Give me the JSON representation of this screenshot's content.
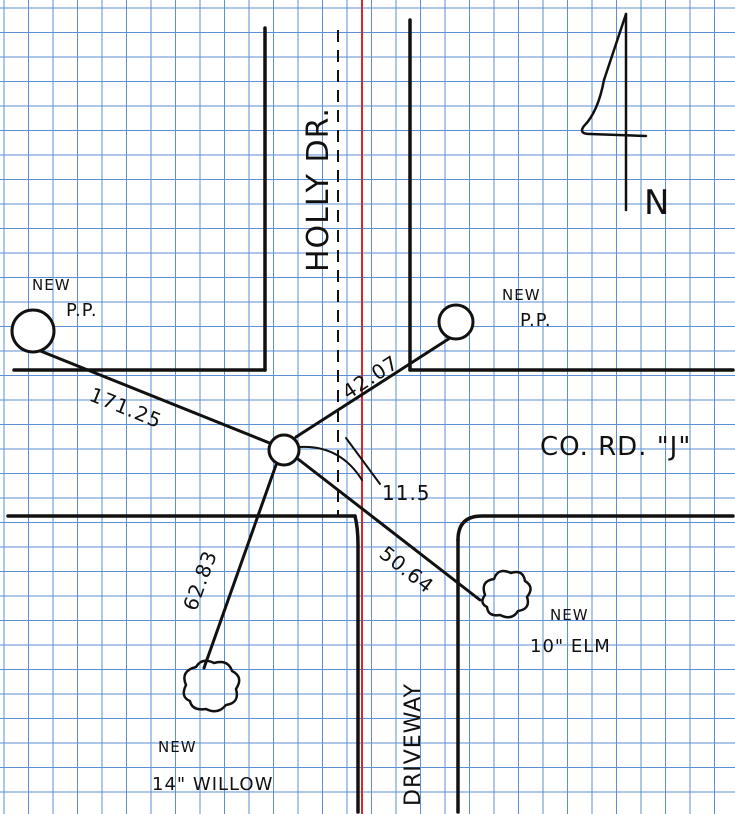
{
  "colors": {
    "grid": "#5b8fd6",
    "ink": "#111111",
    "red_line": "#d8262b",
    "paper": "#ffffff"
  },
  "labels": {
    "street_vertical": "HOLLY DR.",
    "street_horizontal": "CO. RD. \"J\"",
    "driveway": "DRIVEWAY",
    "north": "N",
    "pp_left_new": "NEW",
    "pp_left": "P.P.",
    "pp_right_new": "NEW",
    "pp_right": "P.P.",
    "elm_new": "NEW",
    "elm": "10\" ELM",
    "willow_new": "NEW",
    "willow": "14\" WILLOW"
  },
  "measurements": {
    "to_left_pp": "171.25",
    "to_right_pp": "42.07",
    "angle": "11.5",
    "to_elm": "50.64",
    "to_willow": "62.83"
  }
}
